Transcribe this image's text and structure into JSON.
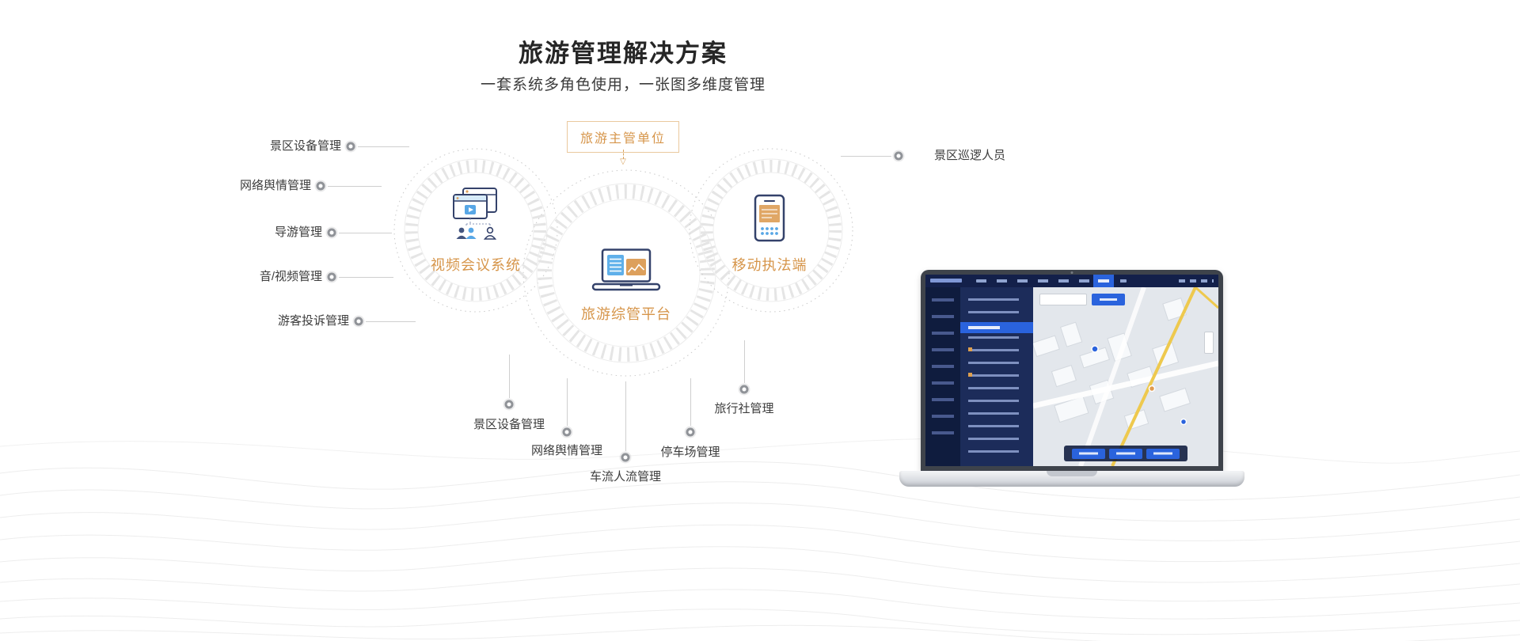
{
  "header": {
    "title": "旅游管理解决方案",
    "subtitle": "一套系统多角色使用，一张图多维度管理"
  },
  "diagram": {
    "top_unit": {
      "label": "旅游主管单位"
    },
    "nodes": {
      "left": {
        "label": "视频会议系统",
        "icon": "video-conference-icon"
      },
      "center": {
        "label": "旅游综管平台",
        "icon": "laptop-platform-icon"
      },
      "right": {
        "label": "移动执法端",
        "icon": "mobile-enforcement-icon"
      }
    },
    "left_labels": [
      {
        "label": "景区设备管理"
      },
      {
        "label": "网络舆情管理"
      },
      {
        "label": "导游管理"
      },
      {
        "label": "音/视频管理"
      },
      {
        "label": "游客投诉管理"
      }
    ],
    "right_labels": [
      {
        "label": "景区巡逻人员"
      }
    ],
    "bottom_labels": [
      {
        "label": "景区设备管理"
      },
      {
        "label": "网络舆情管理"
      },
      {
        "label": "车流人流管理"
      },
      {
        "label": "停车场管理"
      },
      {
        "label": "旅行社管理"
      }
    ]
  },
  "colors": {
    "accent_orange": "#d6954a",
    "navy": "#34426b",
    "blue": "#58a7e6",
    "line_gray": "#cfcfcf",
    "text_dark": "#3c3c3c",
    "dashboard_blue": "#2a63dd"
  }
}
